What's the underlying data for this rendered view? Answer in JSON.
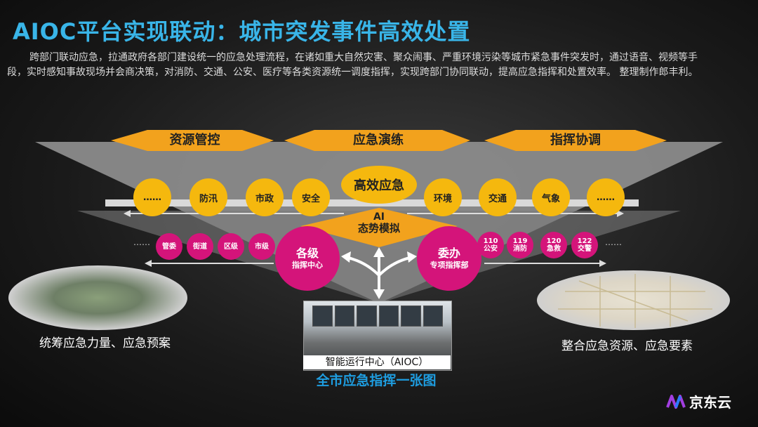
{
  "header": {
    "title": "AIOC平台实现联动：城市突发事件高效处置",
    "intro": "跨部门联动应急，拉通政府各部门建设统一的应急处理流程，在诸如重大自然灾害、聚众闹事、严重环境污染等城市紧急事件突发时，通过语音、视频等手段，实时感知事故现场并会商决策，对消防、交通、公安、医疗等各类资源统一调度指挥，实现跨部门协同联动，提高应急指挥和处置效率。 整理制作郎丰利。"
  },
  "top_bars": [
    "资源管控",
    "应急演练",
    "指挥协调"
  ],
  "center_label": "高效应急",
  "ai_label": {
    "line1": "AI",
    "line2": "态势模拟"
  },
  "yellow_circles_left": [
    "……",
    "防汛",
    "市政",
    "安全"
  ],
  "yellow_circles_right": [
    "环境",
    "交通",
    "气象",
    "……"
  ],
  "magenta_left": [
    "管委",
    "街道",
    "区级",
    "市级"
  ],
  "magenta_right": [
    {
      "top": "110",
      "bottom": "公安"
    },
    {
      "top": "119",
      "bottom": "消防"
    },
    {
      "top": "120",
      "bottom": "急救"
    },
    {
      "top": "122",
      "bottom": "交警"
    }
  ],
  "dots": "……",
  "big_left": {
    "title": "各级",
    "sub": "指挥中心"
  },
  "big_right": {
    "title": "委办",
    "sub": "专项指挥部"
  },
  "left_caption": "统筹应急力量、应急预案",
  "right_caption": "整合应急资源、应急要素",
  "center_caption": "智能运行中心（AIOC）",
  "center_sub_caption": "全市应急指挥一张图",
  "logo_text": "京东云",
  "colors": {
    "title": "#39b5e8",
    "orange": "#f2a21d",
    "yellow": "#f5b80e",
    "magenta": "#d4147a"
  }
}
